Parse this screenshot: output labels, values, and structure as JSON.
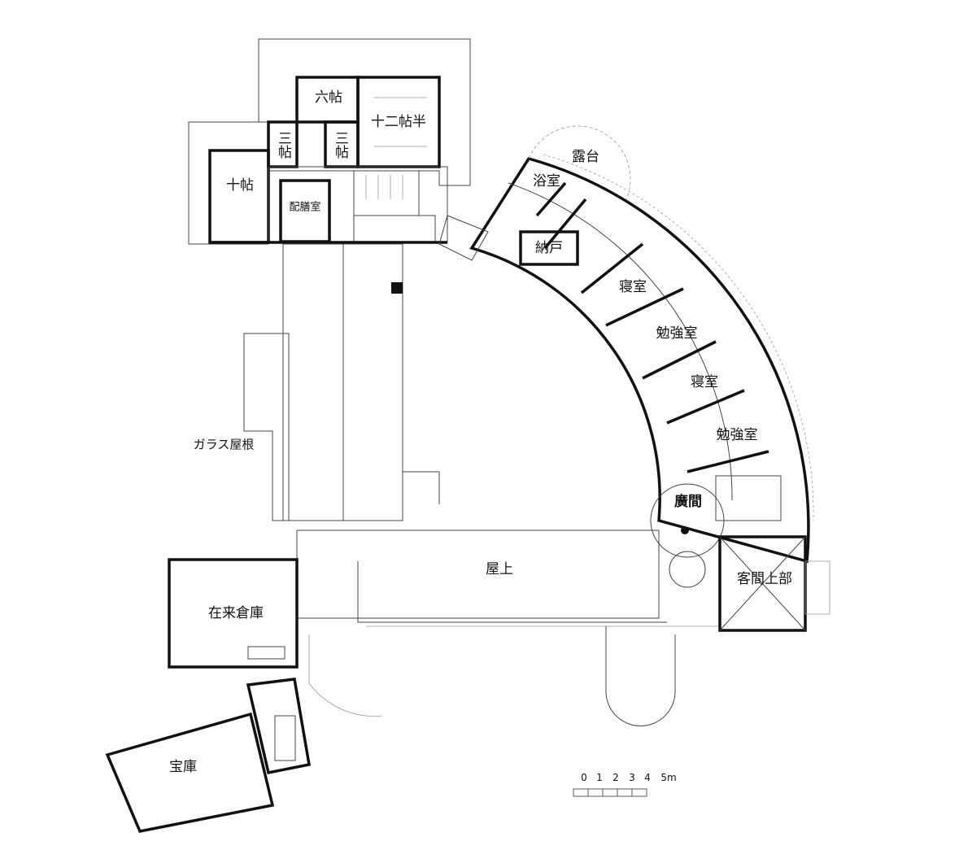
{
  "rooms": {
    "rokujo": "六帖",
    "junijohan": "十二帖半",
    "sanjo_1": "三帖",
    "sanjo_2": "三帖",
    "jujo": "十帖",
    "haizenshitsu": "配膳室",
    "rodai": "露台",
    "yokushitsu": "浴室",
    "nando": "納戸",
    "shinshitsu_1": "寝室",
    "benkyoshitsu_1": "勉強室",
    "shinshitsu_2": "寝室",
    "benkyoshitsu_2": "勉強室",
    "hiroma": "廣間",
    "okujo": "屋上",
    "kyakuma_jobu": "客間上部",
    "zairai_soko": "在来倉庫",
    "hoko": "宝庫",
    "glass_roof": "ガラス屋根"
  },
  "scale_bar": {
    "ticks": [
      "0",
      "1",
      "2",
      "3",
      "4",
      "5m"
    ]
  }
}
